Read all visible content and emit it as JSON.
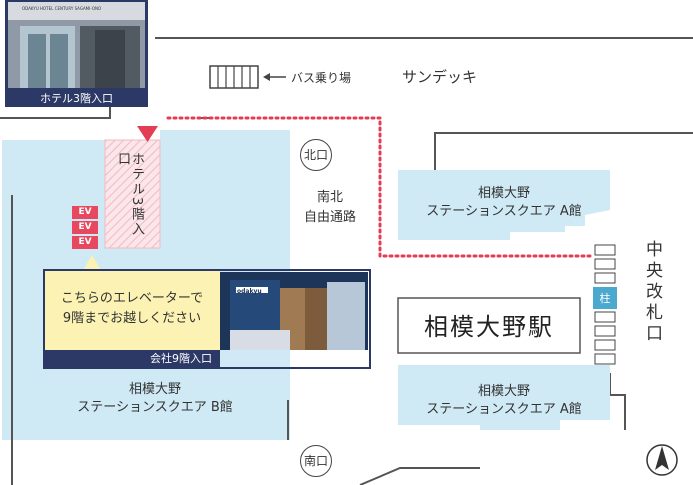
{
  "hotel_photo": {
    "caption": "ホテル3階入口",
    "sign_text": "ODAKYU HOTEL CENTURY SAGAMI-ONO"
  },
  "bus_stop": {
    "label": "バス乗り場"
  },
  "sundeck": {
    "label": "サンデッキ"
  },
  "north_exit": {
    "label": "北口"
  },
  "south_exit": {
    "label": "南口"
  },
  "corridor": {
    "line1": "南北",
    "line2": "自由通路"
  },
  "hotel_entrance": {
    "label": "ホテル3階入口"
  },
  "elevators": [
    "EV",
    "EV",
    "EV"
  ],
  "elevator_note": {
    "line1": "こちらのエレベーターで",
    "line2": "9階までお越しください"
  },
  "office_photo": {
    "caption": "会社9階入口",
    "logo_text": "odakyu"
  },
  "square_a_north": {
    "line1": "相模大野",
    "line2": "ステーションスクエア A館"
  },
  "square_a_south": {
    "line1": "相模大野",
    "line2": "ステーションスクエア A館"
  },
  "square_b": {
    "line1": "相模大野",
    "line2": "ステーションスクエア B館"
  },
  "station": {
    "label": "相模大野駅"
  },
  "central_gate": {
    "label": "中央改札口"
  },
  "pillar": {
    "label": "柱"
  },
  "compass": {
    "label": "N"
  },
  "colors": {
    "building": "#cfe9f5",
    "route": "#e33d55",
    "hotel_zone": "#f7dfe3",
    "note_bg": "#fbf2b3",
    "caption_bg": "#2c3865",
    "pillar": "#4ba8cf"
  }
}
